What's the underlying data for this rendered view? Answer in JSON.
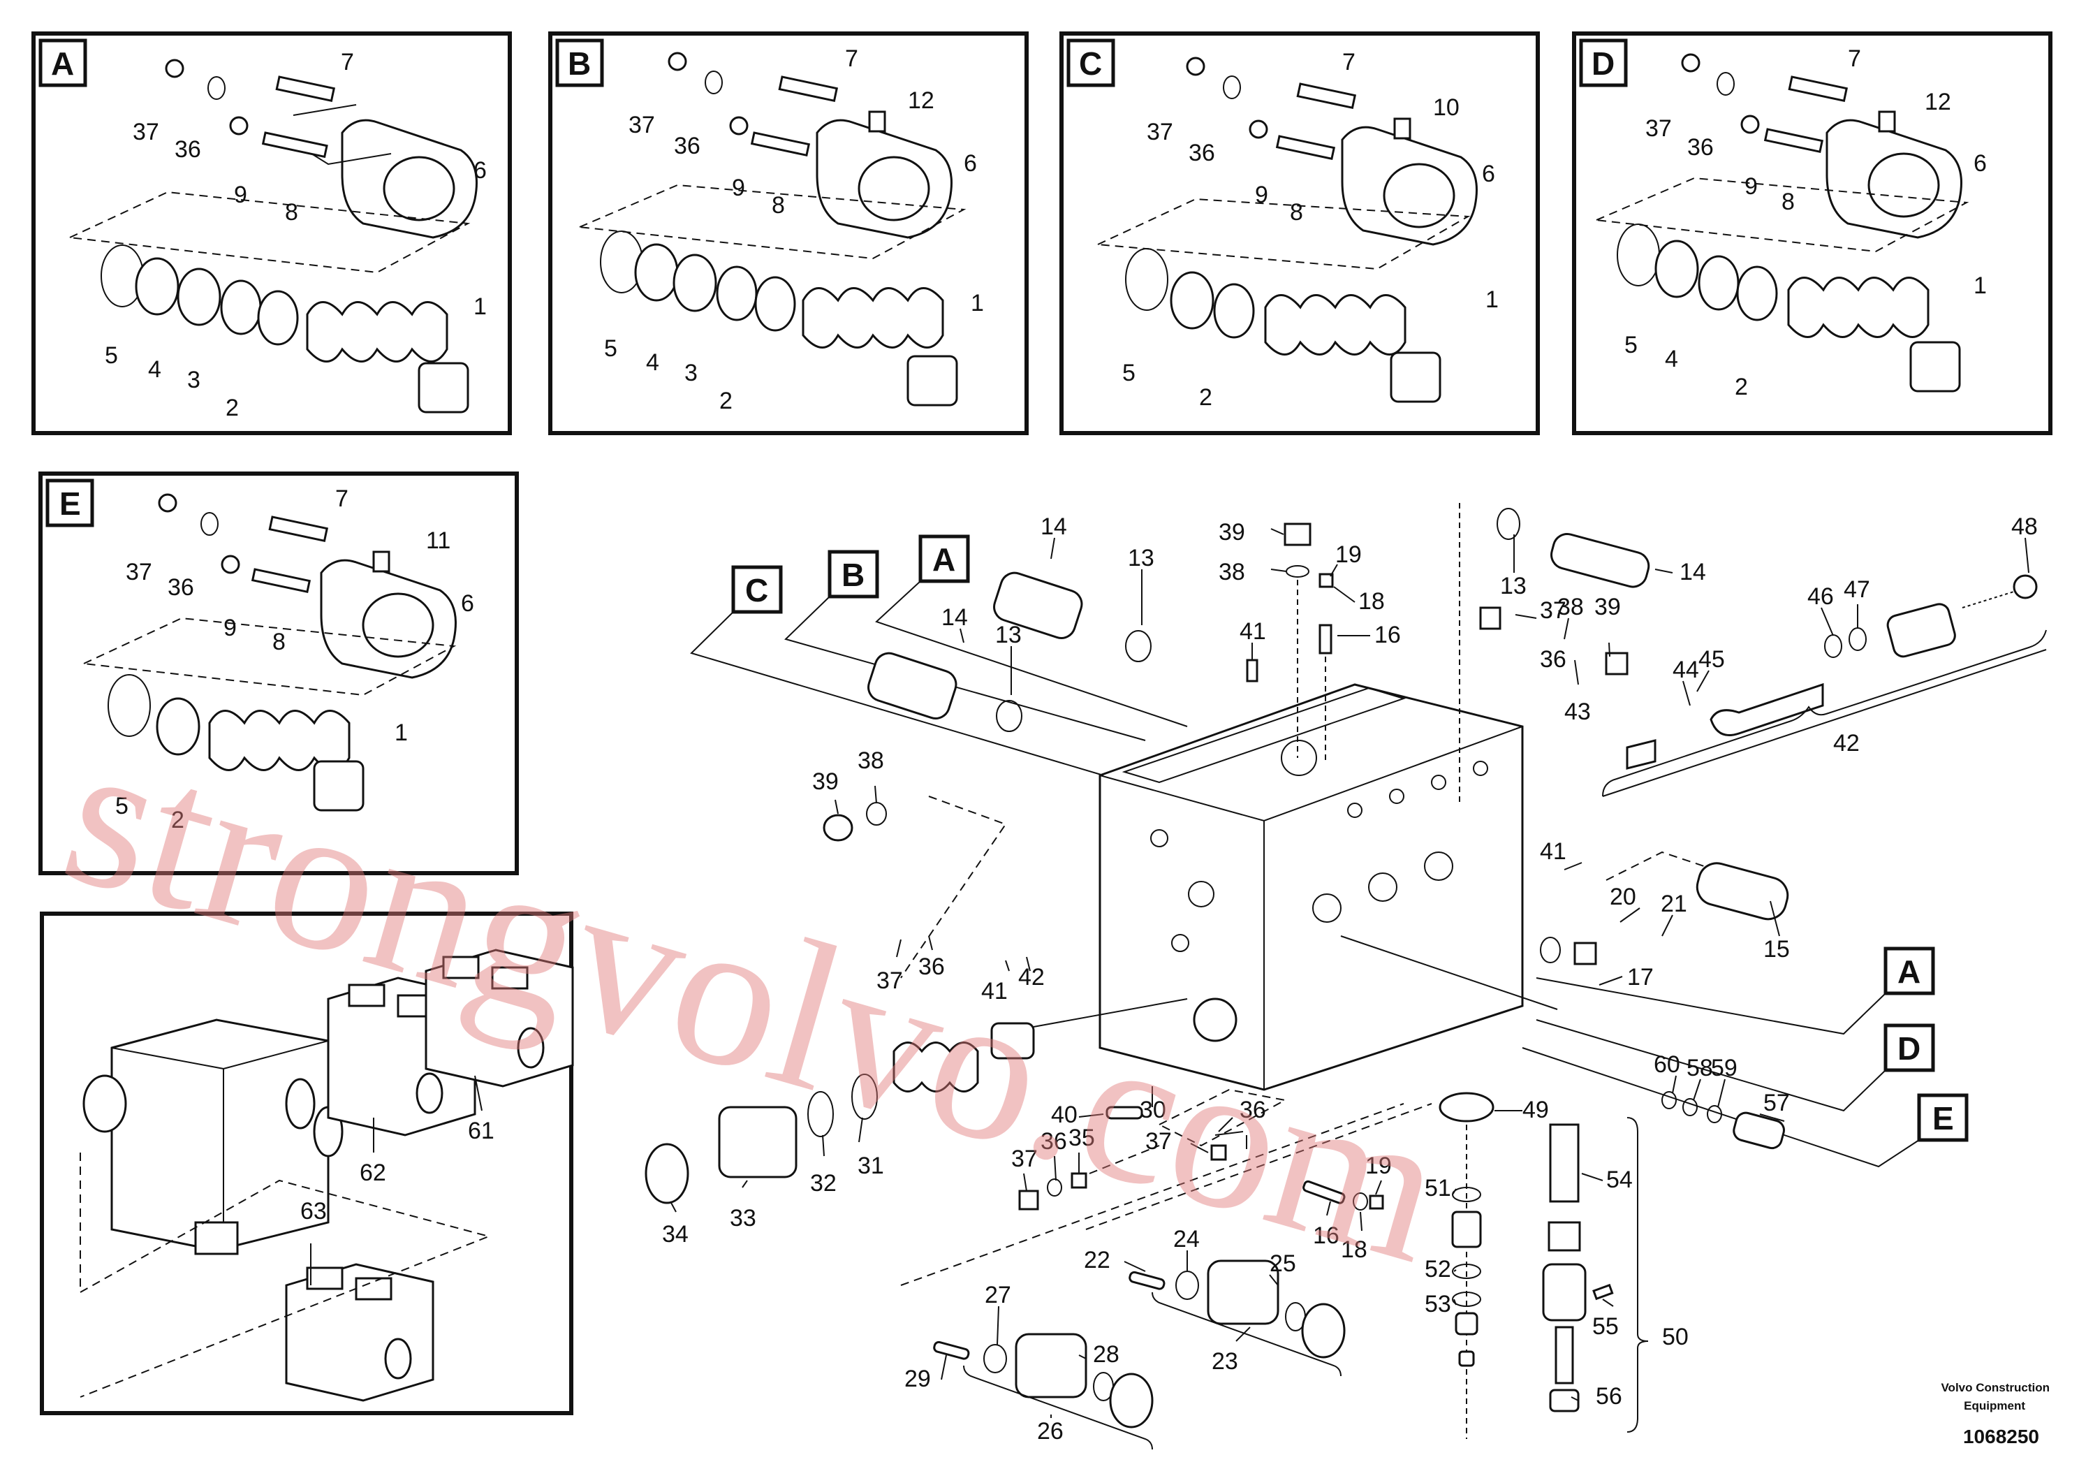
{
  "detail_views": [
    {
      "letter": "A",
      "labels": [
        "37",
        "36",
        "7",
        "9",
        "8",
        "6",
        "5",
        "4",
        "3",
        "2",
        "1"
      ]
    },
    {
      "letter": "B",
      "labels": [
        "37",
        "36",
        "7",
        "12",
        "9",
        "8",
        "6",
        "5",
        "4",
        "3",
        "2",
        "1"
      ]
    },
    {
      "letter": "C",
      "labels": [
        "37",
        "36",
        "7",
        "10",
        "9",
        "8",
        "6",
        "5",
        "2",
        "1"
      ]
    },
    {
      "letter": "D",
      "labels": [
        "37",
        "36",
        "7",
        "12",
        "9",
        "8",
        "6",
        "5",
        "4",
        "2",
        "1"
      ]
    },
    {
      "letter": "E",
      "labels": [
        "37",
        "36",
        "7",
        "11",
        "9",
        "8",
        "6",
        "5",
        "2",
        "1"
      ]
    }
  ],
  "overview": {
    "labels": [
      "62",
      "61",
      "63"
    ]
  },
  "main_tags": [
    "C",
    "B",
    "A",
    "A",
    "D",
    "E"
  ],
  "main_labels": {
    "l14a": "14",
    "l13a": "13",
    "l14b": "14",
    "l13b": "13",
    "l39a": "39",
    "l38a": "38",
    "l19a": "19",
    "l18a": "18",
    "l16a": "16",
    "l41a": "41",
    "l13c": "13",
    "l14c": "14",
    "l37a": "37",
    "l36a": "36",
    "l38b": "38",
    "l39b": "39",
    "l48": "48",
    "l46": "46",
    "l47": "47",
    "l44": "44",
    "l45": "45",
    "l43": "43",
    "l42": "42",
    "l39c": "39",
    "l38c": "38",
    "l37b": "37",
    "l36b": "36",
    "l41b": "41",
    "l42b": "42",
    "l41c": "41",
    "l15": "15",
    "l20": "20",
    "l21": "21",
    "l17": "17",
    "l30": "30",
    "l40": "40",
    "l37c": "37",
    "l36c": "36",
    "l49": "49",
    "l60": "60",
    "l58": "58",
    "l59": "59",
    "l57": "57",
    "l34": "34",
    "l33": "33",
    "l32": "32",
    "l31": "31",
    "l37d": "37",
    "l36d": "36",
    "l35": "35",
    "l19b": "19",
    "l16b": "16",
    "l18b": "18",
    "l51": "51",
    "l54": "54",
    "l50": "50",
    "l52": "52",
    "l53": "53",
    "l55": "55",
    "l56": "56",
    "l24": "24",
    "l25": "25",
    "l22": "22",
    "l23": "23",
    "l27": "27",
    "l28": "28",
    "l29": "29",
    "l26": "26"
  },
  "watermark": "strongvolvo.com",
  "footer": {
    "brand_line1": "Volvo Construction",
    "brand_line2": "Equipment",
    "drawing_number": "1068250"
  },
  "colors": {
    "line": "#111111",
    "watermark": "#e07878"
  }
}
